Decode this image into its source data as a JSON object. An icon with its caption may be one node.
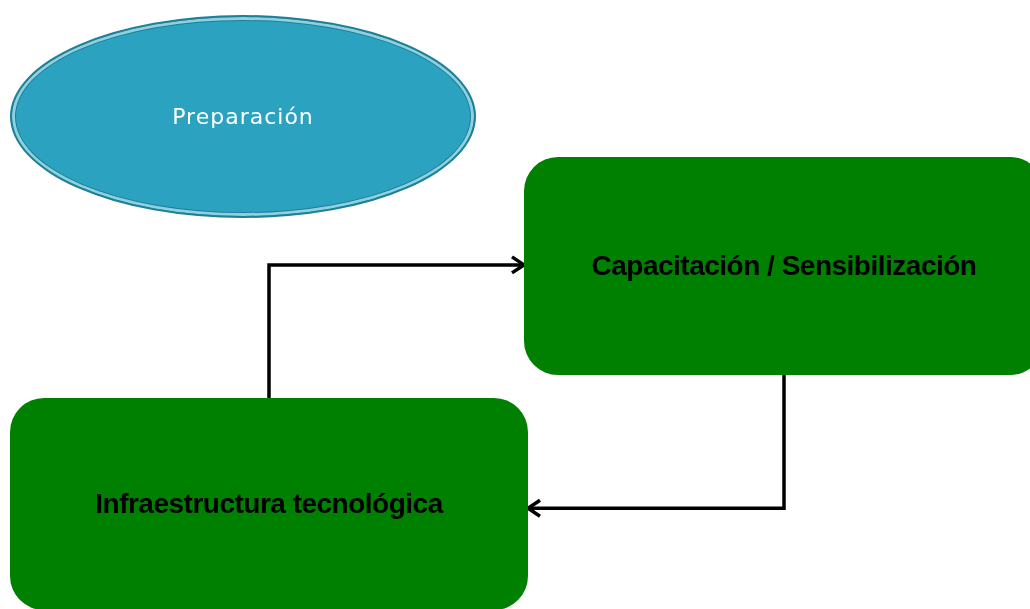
{
  "diagram": {
    "nodes": [
      {
        "text": [
          "Preparación"
        ]
      },
      {
        "text": [
          "Capacitación / Sensibilización"
        ]
      },
      {
        "text": [
          "Infraestructura tecnológica"
        ]
      }
    ],
    "edges": [
      {
        "from": 2,
        "to": 1,
        "arrow": "to"
      },
      {
        "from": 1,
        "to": 2,
        "arrow": "to"
      }
    ]
  }
}
